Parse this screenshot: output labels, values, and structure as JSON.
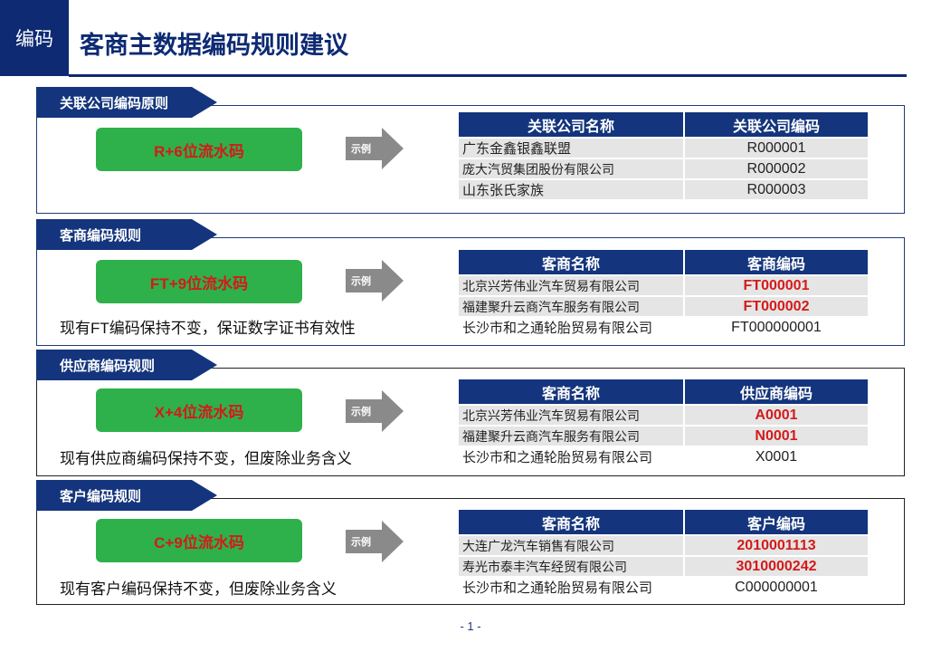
{
  "header": {
    "tag": "编码",
    "title": "客商主数据编码规则建议"
  },
  "example_label": "示例",
  "sections": [
    {
      "banner": "关联公司编码原则",
      "rule": "R+6位流水码",
      "note": "",
      "columns": [
        "关联公司名称",
        "关联公司编码"
      ],
      "rows": [
        {
          "name": "广东金鑫银鑫联盟",
          "code": "R000001"
        },
        {
          "name": "庞大汽贸集团股份有限公司",
          "code": "R000002"
        },
        {
          "name": "山东张氏家族",
          "code": "R000003"
        }
      ]
    },
    {
      "banner": "客商编码规则",
      "rule": "FT+9位流水码",
      "note": "现有FT编码保持不变，保证数字证书有效性",
      "columns": [
        "客商名称",
        "客商编码"
      ],
      "rows": [
        {
          "name": "北京兴芳伟业汽车贸易有限公司",
          "code": "FT000001"
        },
        {
          "name": "福建聚升云商汽车服务有限公司",
          "code": "FT000002"
        },
        {
          "name": "长沙市和之通轮胎贸易有限公司",
          "code": "FT000000001"
        }
      ]
    },
    {
      "banner": "供应商编码规则",
      "rule": "X+4位流水码",
      "note": "现有供应商编码保持不变，但废除业务含义",
      "columns": [
        "客商名称",
        "供应商编码"
      ],
      "rows": [
        {
          "name": "北京兴芳伟业汽车贸易有限公司",
          "code": "A0001"
        },
        {
          "name": "福建聚升云商汽车服务有限公司",
          "code": "N0001"
        },
        {
          "name": "长沙市和之通轮胎贸易有限公司",
          "code": "X0001"
        }
      ]
    },
    {
      "banner": "客户编码规则",
      "rule": "C+9位流水码",
      "note": "现有客户编码保持不变，但废除业务含义",
      "columns": [
        "客商名称",
        "客户编码"
      ],
      "rows": [
        {
          "name": "大连广龙汽车销售有限公司",
          "code": "2010001113"
        },
        {
          "name": "寿光市泰丰汽车经贸有限公司",
          "code": "3010000242"
        },
        {
          "name": "长沙市和之通轮胎贸易有限公司",
          "code": "C000000001"
        }
      ]
    }
  ],
  "colors": {
    "navy": "#14357d",
    "green": "#2eb14a",
    "red": "#d41a1a"
  },
  "footer": {
    "page": "- 1 -"
  }
}
